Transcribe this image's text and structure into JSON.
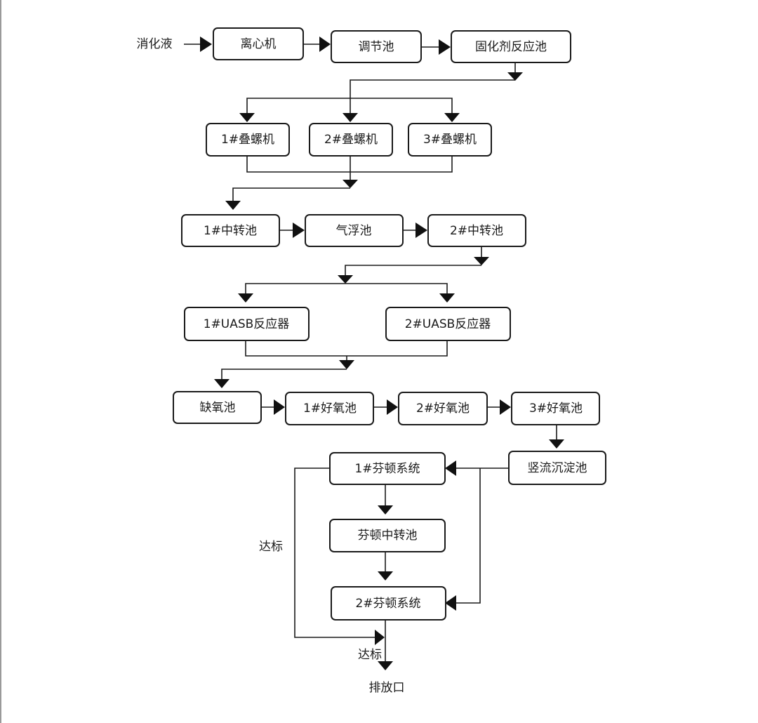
{
  "labels": {
    "input": "消化液",
    "up_to_standard_left": "达标",
    "up_to_standard_bottom": "达标",
    "outlet": "排放口"
  },
  "nodes": {
    "centrifuge": "离心机",
    "equalization_tank": "调节池",
    "solidifier_reactor": "固化剂反应池",
    "screw_press_1": "1#叠螺机",
    "screw_press_2": "2#叠螺机",
    "screw_press_3": "3#叠螺机",
    "transfer_tank_1": "1#中转池",
    "air_flotation_tank": "气浮池",
    "transfer_tank_2": "2#中转池",
    "uasb_reactor_1": "1#UASB反应器",
    "uasb_reactor_2": "2#UASB反应器",
    "anoxic_tank": "缺氧池",
    "aerobic_tank_1": "1#好氧池",
    "aerobic_tank_2": "2#好氧池",
    "aerobic_tank_3": "3#好氧池",
    "vertical_clarifier": "竖流沉淀池",
    "fenton_system_1": "1#芬顿系统",
    "fenton_transfer_tank": "芬顿中转池",
    "fenton_system_2": "2#芬顿系统"
  }
}
